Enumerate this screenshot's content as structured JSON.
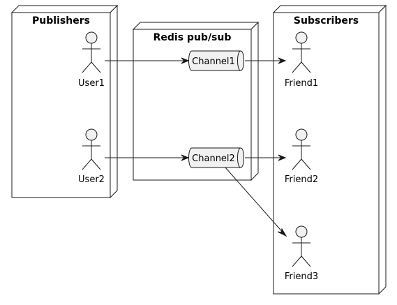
{
  "nodes": {
    "publishers": {
      "title": "Publishers"
    },
    "redis": {
      "title": "Redis pub/sub"
    },
    "subscribers": {
      "title": "Subscribers"
    }
  },
  "actors": {
    "user1": {
      "label": "User1"
    },
    "user2": {
      "label": "User2"
    },
    "friend1": {
      "label": "Friend1"
    },
    "friend2": {
      "label": "Friend2"
    },
    "friend3": {
      "label": "Friend3"
    }
  },
  "queues": {
    "channel1": {
      "label": "Channel1"
    },
    "channel2": {
      "label": "Channel2"
    }
  },
  "edges": [
    {
      "from": "User1",
      "to": "Channel1"
    },
    {
      "from": "User2",
      "to": "Channel2"
    },
    {
      "from": "Channel1",
      "to": "Friend1"
    },
    {
      "from": "Channel2",
      "to": "Friend2"
    },
    {
      "from": "Channel2",
      "to": "Friend3"
    }
  ],
  "colors": {
    "stroke": "#181818",
    "element_fill": "#f1f1f1",
    "background": "#ffffff"
  }
}
